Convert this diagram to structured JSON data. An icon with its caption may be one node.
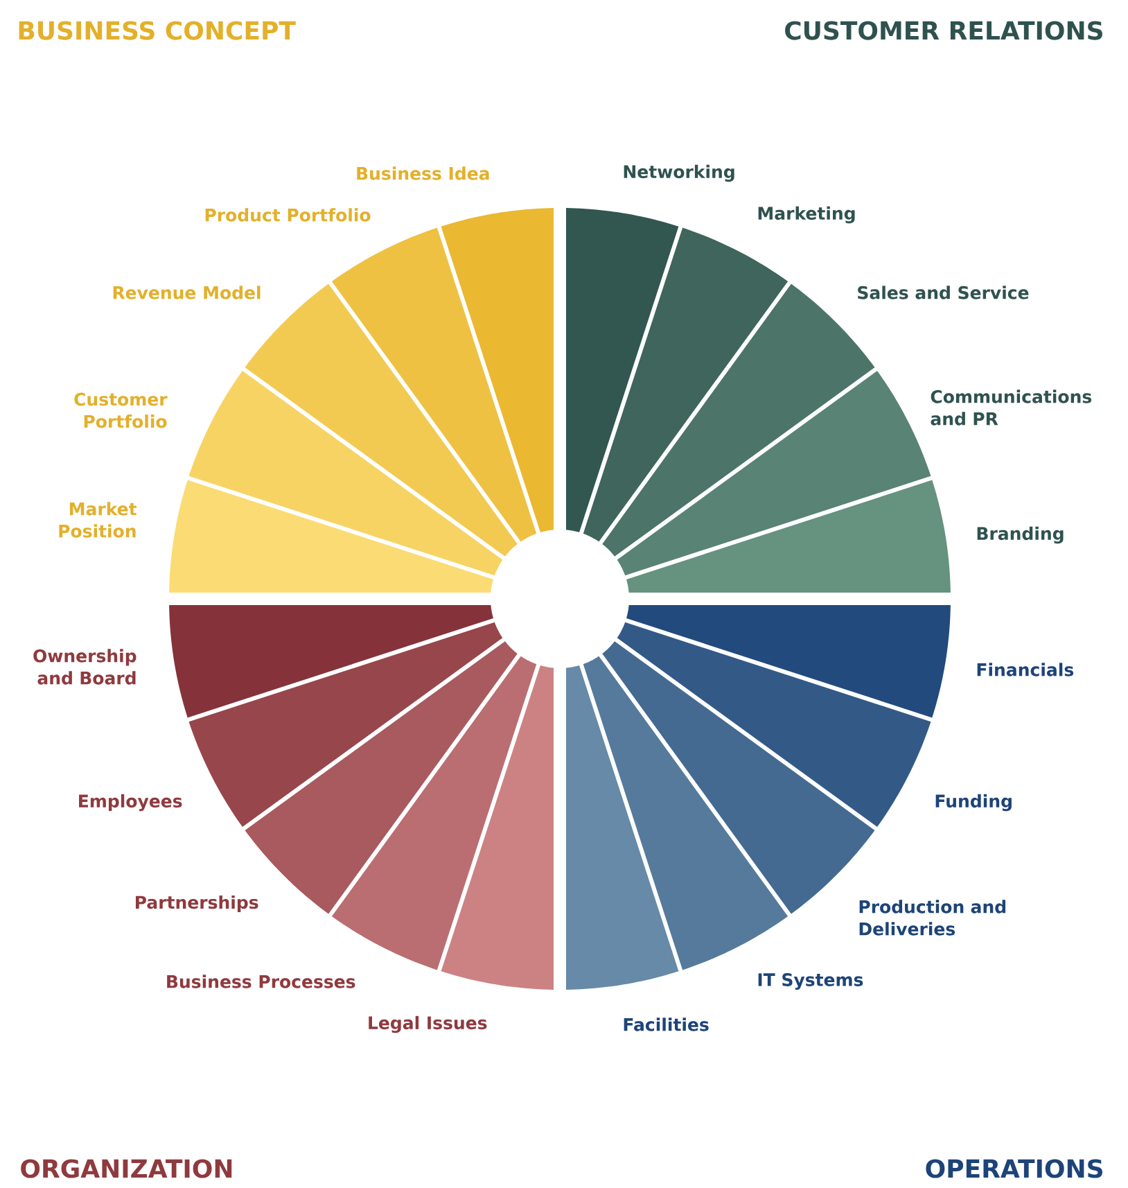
{
  "diagram": {
    "nodes": [
      {
        "text": [
          "Business Idea"
        ]
      },
      {
        "text": [
          "Product Portfolio"
        ]
      },
      {
        "text": [
          "Revenue Model"
        ]
      },
      {
        "text": [
          "Customer Portfolio"
        ]
      },
      {
        "text": [
          "Market Position"
        ]
      },
      {
        "text": [
          "Networking"
        ]
      },
      {
        "text": [
          "Marketing"
        ]
      },
      {
        "text": [
          "Sales and Service"
        ]
      },
      {
        "text": [
          "Communications and PR"
        ]
      },
      {
        "text": [
          "Branding"
        ]
      },
      {
        "text": [
          "Ownership and Board"
        ]
      },
      {
        "text": [
          "Employees"
        ]
      },
      {
        "text": [
          "Partnerships"
        ]
      },
      {
        "text": [
          "Business Processes"
        ]
      },
      {
        "text": [
          "Legal Issues"
        ]
      },
      {
        "text": [
          "Financials"
        ]
      },
      {
        "text": [
          "Funding"
        ]
      },
      {
        "text": [
          "Production and Deliveries"
        ]
      },
      {
        "text": [
          "IT Systems"
        ]
      },
      {
        "text": [
          "Facilities"
        ]
      }
    ],
    "labels": [
      "BUSINESS CONCEPT",
      "CUSTOMER RELATIONS",
      "ORGANIZATION",
      "OPERATIONS"
    ]
  }
}
